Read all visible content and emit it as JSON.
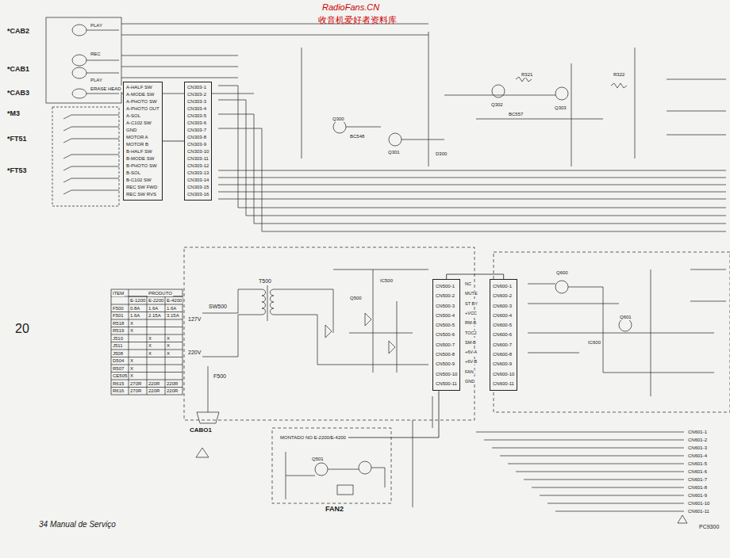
{
  "diagram": {
    "nodes": [
      {
        "text": [
          "A-HALF SW",
          "A-MODE SW",
          "A-PHOTO SW",
          "A-PHOTO OUT",
          "A-SOL",
          "A-C102 SW",
          "GND",
          "MOTOR A",
          "MOTOR B",
          "B-HALF SW",
          "B-MODE SW",
          "B-PHOTO SW",
          "B-SOL",
          "B-C102 SW",
          "REC SW FWD",
          "REC SW RVS"
        ]
      },
      {
        "text": [
          "CN303-1",
          "CN303-2",
          "CN303-3",
          "CN303-4",
          "CN303-5",
          "CN303-6",
          "CN303-7",
          "CN303-8",
          "CN303-9",
          "CN303-10",
          "CN303-11",
          "CN303-12",
          "CN303-13",
          "CN303-14",
          "CN303-15",
          "CN303-16"
        ]
      },
      {
        "text": [
          "CN500-1",
          "CN500-2",
          "CN500-3",
          "CN500-4",
          "CN500-5",
          "CN500-6",
          "CN500-7",
          "CN500-8",
          "CN500-9",
          "CN500-10",
          "CN500-11"
        ]
      },
      {
        "text": [
          "CN600-1",
          "CN600-2",
          "CN600-3",
          "CN600-4",
          "CN600-5",
          "CN600-6",
          "CN600-7",
          "CN600-8",
          "CN600-9",
          "CN600-10",
          "CN600-11"
        ]
      },
      {
        "text": [
          "MONTADO NO E-2200/E-4200",
          "FAN2"
        ]
      }
    ],
    "edges": [
      {
        "from": 0,
        "to": 1,
        "arrow": "none"
      },
      {
        "from": 2,
        "to": 3,
        "arrow": "none"
      },
      {
        "from": 4,
        "to": 2,
        "arrow": "none"
      }
    ],
    "labels": [
      "*CAB2",
      "*CAB1",
      "*CAB3",
      "*M3",
      "*FT51",
      "*FT53",
      "PLAY",
      "REC",
      "PLAY",
      "ERASE HEAD",
      "CABO1",
      "34 Manual de Serviço",
      "20",
      "RadioFans.CN",
      "收音机爱好者资料库",
      "PC9300",
      "T500",
      "SW500",
      "F500",
      "127V",
      "220V",
      "ITEM",
      "PRODUTO",
      "E-1200",
      "E-2200",
      "E-4200",
      "F500",
      "0.8A",
      "1.6A",
      "1.6A",
      "F501",
      "1.6A",
      "2.15A",
      "3.15A",
      "R518",
      "X",
      "R519",
      "X",
      "J510",
      "X",
      "X",
      "J511",
      "X",
      "X",
      "J508",
      "X",
      "X",
      "D504",
      "X",
      "R507",
      "X",
      "CE505",
      "X",
      "R615",
      "270R",
      "220R",
      "220R",
      "R616",
      "270R",
      "220R",
      "220R",
      "CN601-1",
      "CN601-2",
      "CN601-3",
      "CN601-4",
      "CN601-5",
      "CN601-6",
      "CN601-7",
      "CN601-8",
      "CN601-9",
      "CN601-10",
      "CN601-11",
      "NC",
      "MUTE",
      "ST BY",
      "+VCC",
      "RM-B",
      "TOC2",
      "SM-B",
      "+6V-A",
      "+6V-B",
      "FAN",
      "GND",
      "Q300",
      "Q301",
      "Q302",
      "Q303",
      "R321",
      "R322",
      "BC548",
      "BC557",
      "D300",
      "IC500",
      "Q500",
      "Q501",
      "Q600",
      "Q601",
      "IC600"
    ]
  }
}
